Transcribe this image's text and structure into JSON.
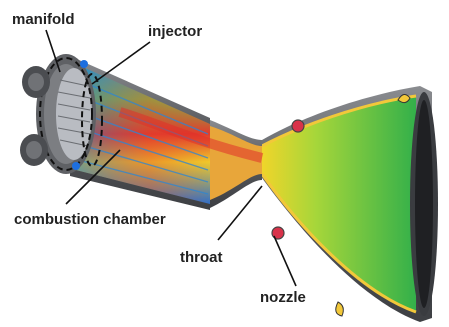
{
  "labels": {
    "manifold": "manifold",
    "injector": "injector",
    "combustion_chamber": "combustion chamber",
    "throat": "throat",
    "nozzle": "nozzle"
  },
  "colors": {
    "hot": "#e0302a",
    "warm": "#f2d21e",
    "cool": "#1d9ad8",
    "nozzle_green": "#4fc23c",
    "casing": "#6d6f73",
    "leader": "#111111"
  }
}
